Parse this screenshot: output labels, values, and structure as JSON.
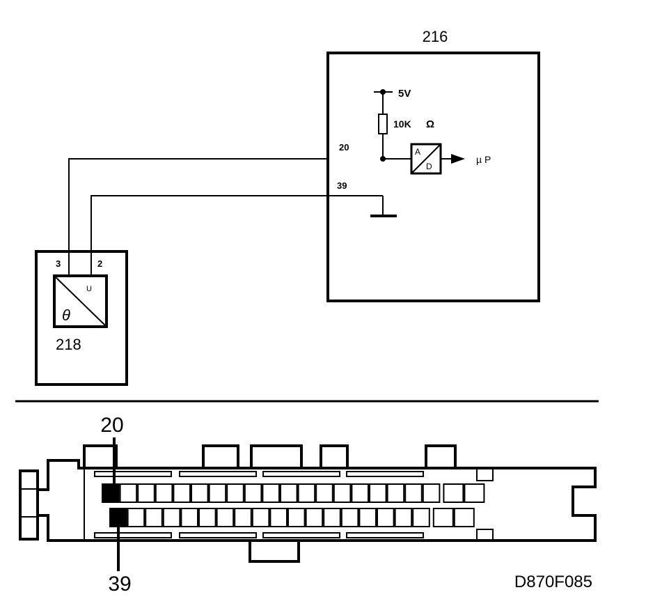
{
  "ecu": {
    "number": "216",
    "supply": "5V",
    "resistor": "10K",
    "ohm_symbol": "Ω",
    "converter_in": "A",
    "converter_out": "D",
    "output": "µ P",
    "pin_signal": "20",
    "pin_ground": "39"
  },
  "sensor": {
    "number": "218",
    "pin_left": "3",
    "pin_right": "2",
    "output_symbol": "U",
    "input_symbol": "θ"
  },
  "connector": {
    "callout_top": "20",
    "callout_bottom": "39",
    "top_row_cells": 19,
    "bottom_row_cells": 18,
    "highlighted_top_index": 0,
    "highlighted_bottom_index": 0
  },
  "figure_code": "D870F085"
}
